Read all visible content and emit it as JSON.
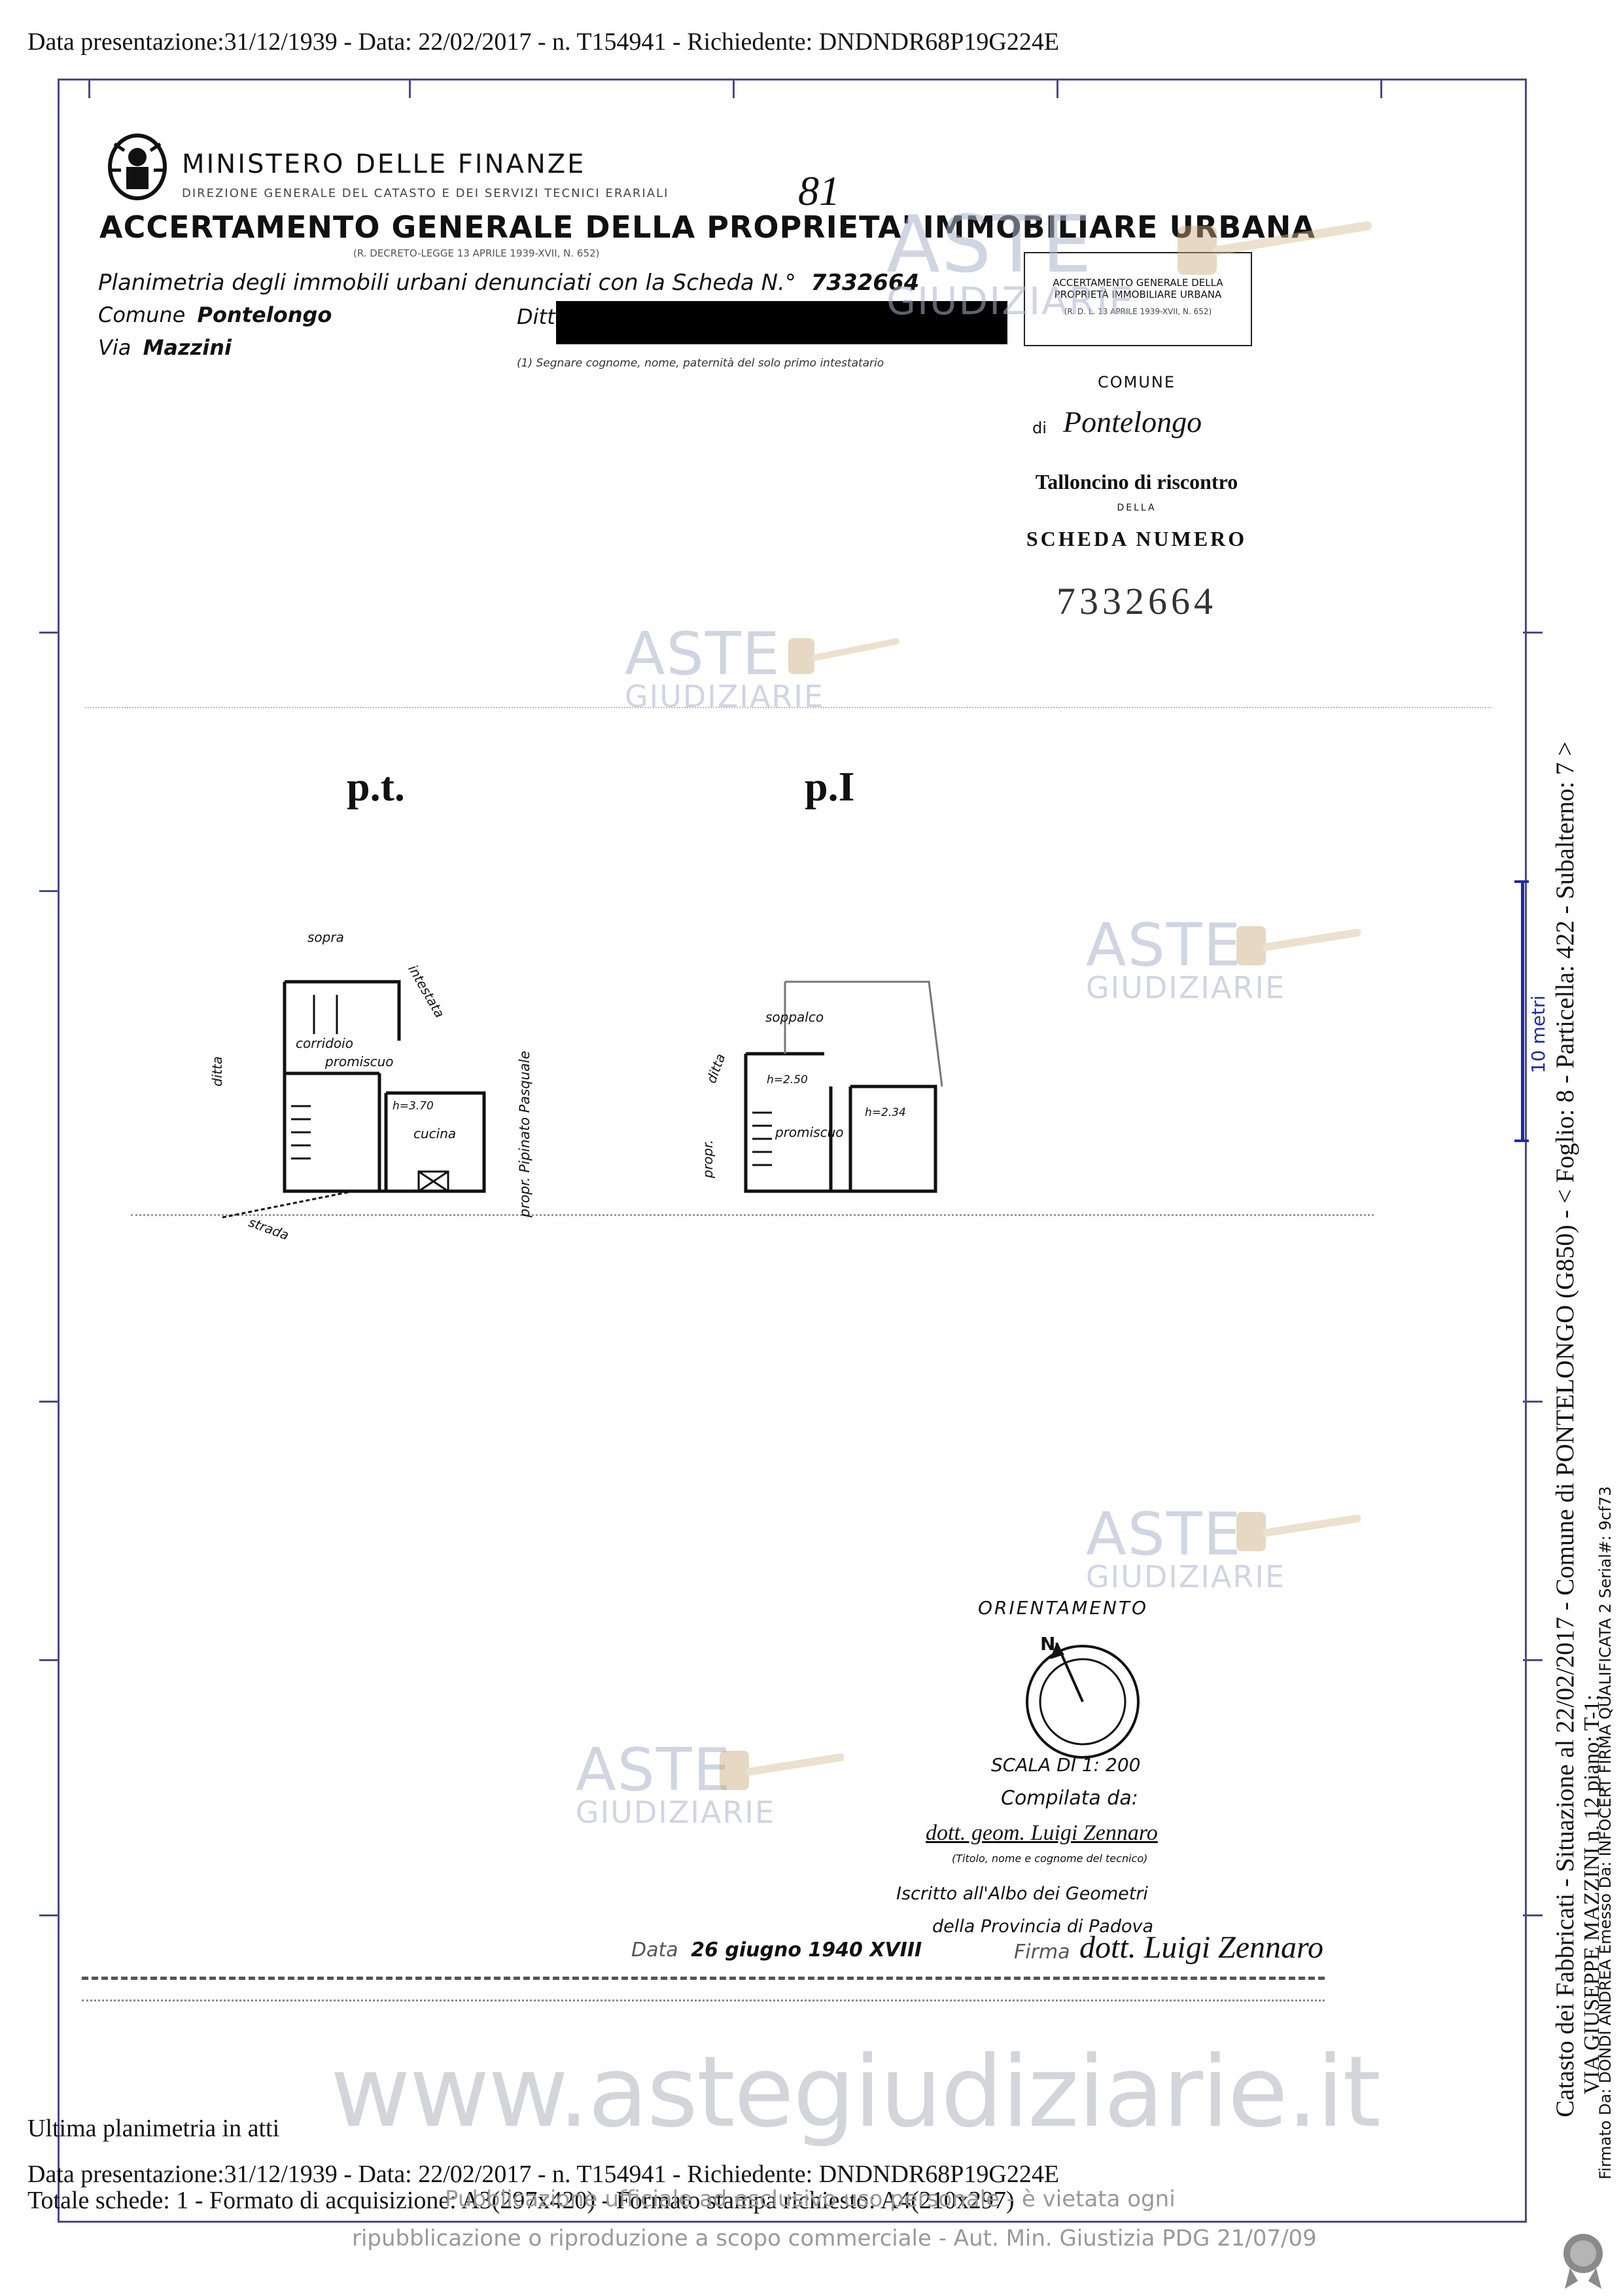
{
  "header": {
    "top_line": "Data presentazione:31/12/1939 - Data: 22/02/2017 - n. T154941 - Richiedente: DNDNDR68P19G224E"
  },
  "document": {
    "ministry": "MINISTERO DELLE FINANZE",
    "direction": "DIREZIONE GENERALE DEL CATASTO E DEI SERVIZI TECNICI ERARIALI",
    "decree": "(R. DECRETO-LEGGE 13 APRILE 1939-XVII, N. 652)",
    "page_mark": "81",
    "main_title": "ACCERTAMENTO GENERALE DELLA PROPRIETA' IMMOBILIARE URBANA",
    "planimetria_label": "Planimetria degli immobili urbani denunciati con la Scheda N.°",
    "scheda_number": "7332664",
    "comune_label": "Comune",
    "comune_value": "Pontelongo",
    "ditta_label": "Ditta",
    "via_label": "Via",
    "via_value": "Mazzini",
    "footnote": "(1) Segnare cognome, nome, paternità del solo primo intestatario"
  },
  "talloncino": {
    "box_line1": "ACCERTAMENTO GENERALE DELLA",
    "box_line2": "PROPRIETÀ IMMOBILIARE URBANA",
    "box_line3": "(R. D. L. 13 APRILE 1939-XVII, N. 652)",
    "comune_label": "COMUNE",
    "di_label": "di",
    "comune_handwritten": "Pontelongo",
    "title": "Talloncino di riscontro",
    "della": "DELLA",
    "scheda_label": "SCHEDA NUMERO",
    "scheda_number": "7332664"
  },
  "plan": {
    "floor_ground": "p.t.",
    "floor_first": "p.I",
    "labels": {
      "sopra": "sopra",
      "intestata": "intestata",
      "ditta_left": "ditta",
      "corridoio": "corridoio",
      "promiscuo": "promiscuo",
      "h_ground": "h=3.70",
      "cucina": "cucina",
      "prop_right": "propr. Pipinato Pasquale",
      "strada": "strada",
      "soppalco": "soppalco",
      "ditta_first": "ditta",
      "h_first": "h=2.50",
      "promiscuo_first": "promiscuo",
      "h_first_room": "h=2.34",
      "propr_first": "propr."
    }
  },
  "orientation": {
    "label": "ORIENTAMENTO",
    "north": "N",
    "scale": "SCALA DI 1: 200",
    "compilata": "Compilata da:",
    "compiler": "dott. geom. Luigi Zennaro",
    "compiler_note": "(Titolo, nome e cognome del tecnico)",
    "iscritto": "Iscritto all'Albo dei Geometri",
    "provincia": "della Provincia di Padova",
    "data_label": "Data",
    "data_value": "26 giugno 1940 XVIII",
    "firma_label": "Firma",
    "firma_value": "dott. Luigi Zennaro"
  },
  "watermarks": {
    "aste": "ASTE",
    "giudiziarie": "GIUDIZIARIE",
    "site": "www.astegiudiziarie.it"
  },
  "footer": {
    "ultima": "Ultima planimetria in atti",
    "line1": "Data presentazione:31/12/1939 - Data: 22/02/2017 - n. T154941 - Richiedente: DNDNDR68P19G224E",
    "line2": "Totale schede: 1 - Formato di acquisizione: A3(297x420) - Formato stampa richiesto: A4(210x297)",
    "disclaimer1": "Pubblicazione ufficiale ad esclusivo uso personale - è vietata ogni",
    "disclaimer2": "ripubblicazione o riproduzione a scopo commerciale - Aut. Min. Giustizia PDG 21/07/09"
  },
  "side": {
    "catasto": "Catasto dei Fabbricati - Situazione al 22/02/2017 - Comune di PONTELONGO (G850) - < Foglio: 8 - Particella: 422 - Subalterno: 7 >",
    "via": "VIA GIUSEPPE MAZZINI n. 12 piano: T-1;",
    "firmato": "Firmato Da: DONDI ANDREA Emesso Da: INFOCERT FIRMA QUALIFICATA 2 Serial#: 9cf73",
    "metri": "10 metri"
  }
}
